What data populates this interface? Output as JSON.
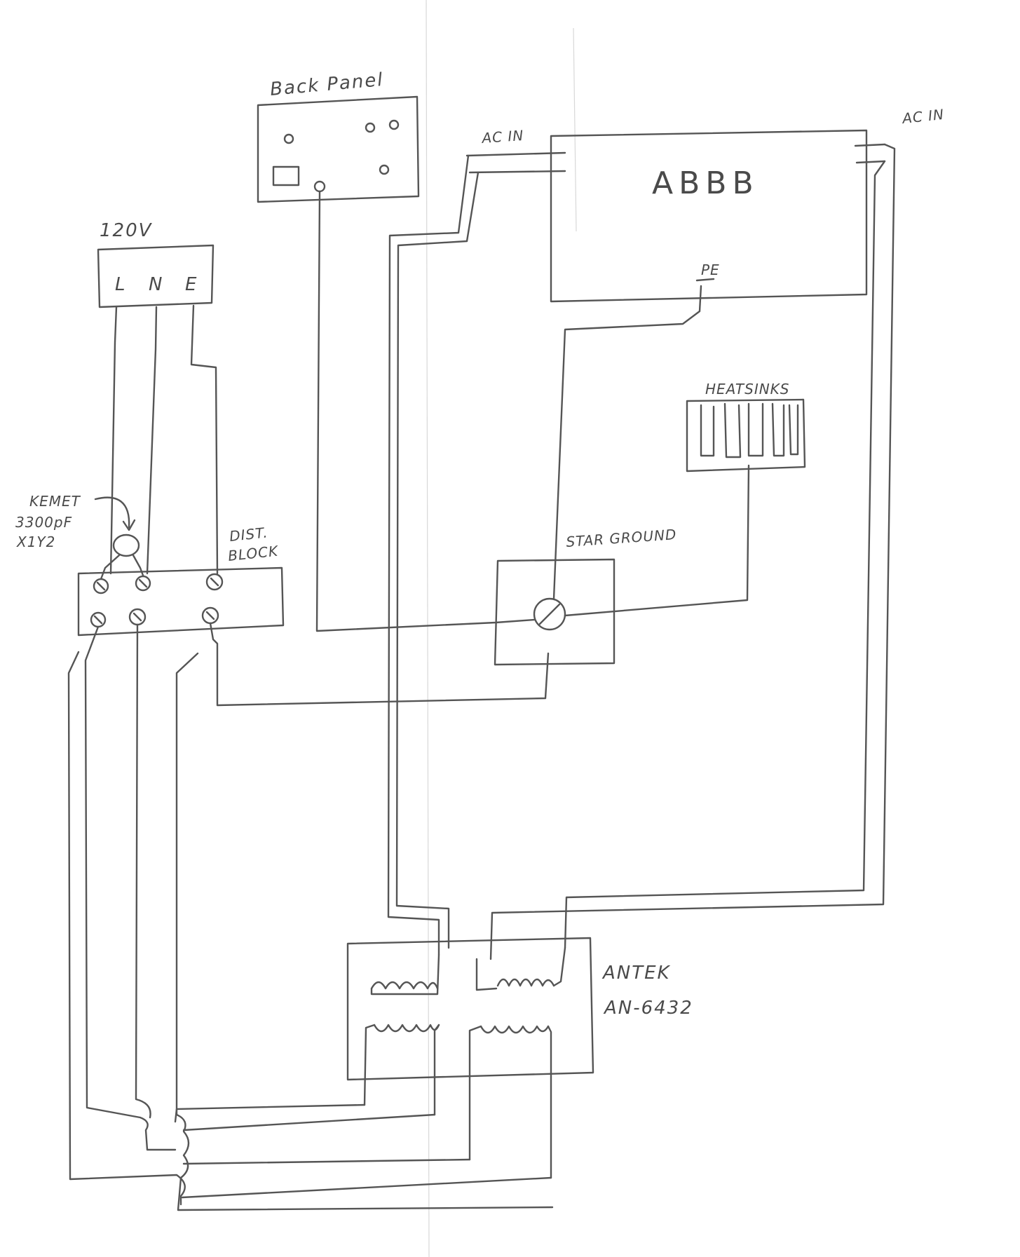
{
  "diagram": {
    "back_panel_label": "Back Panel",
    "supply_label": "120V",
    "supply_terminals": [
      "L",
      "N",
      "E"
    ],
    "capacitor_label": [
      "KEMET",
      "3300pF",
      "X1Y2"
    ],
    "dist_block_label": [
      "DIST.",
      "BLOCK"
    ],
    "star_ground_label": "STAR GROUND",
    "heatsinks_label": "HEATSINKS",
    "module_label": "ABBB",
    "module_ac_in_left": "AC IN",
    "module_ac_in_right": "AC IN",
    "module_pe_label": "PE",
    "transformer_label": [
      "ANTEK",
      "AN-6432"
    ]
  }
}
